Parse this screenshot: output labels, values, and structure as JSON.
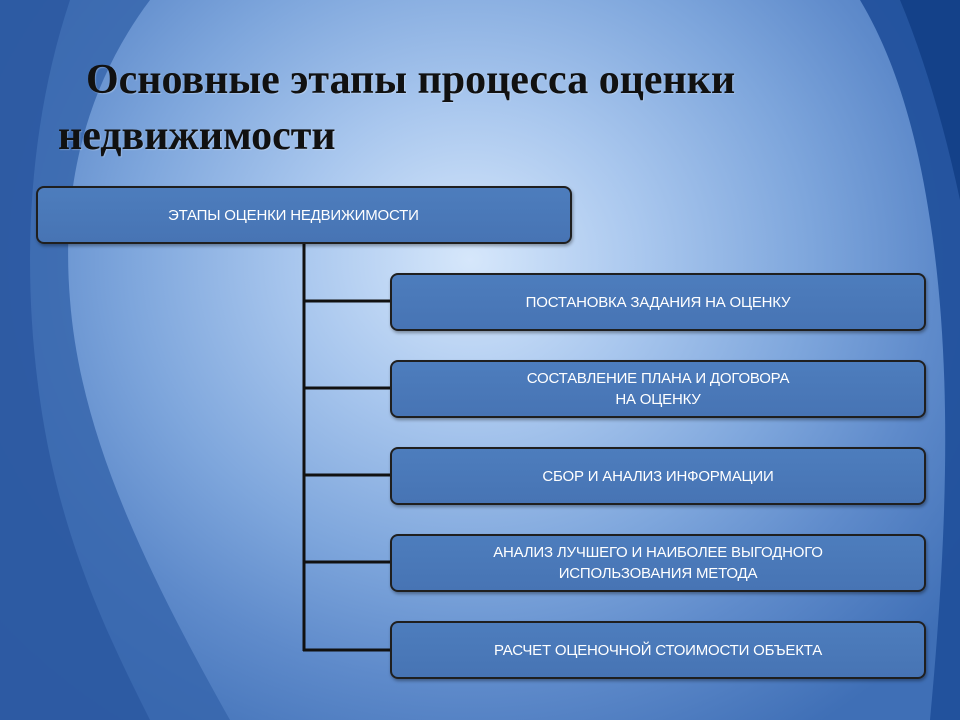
{
  "title": "Основные этапы процесса оценки недвижимости",
  "diagram": {
    "root": "ЭТАПЫ ОЦЕНКИ НЕДВИЖИМОСТИ",
    "stages": [
      "ПОСТАНОВКА ЗАДАНИЯ НА ОЦЕНКУ",
      "СОСТАВЛЕНИЕ ПЛАНА И ДОГОВОРА\nНА ОЦЕНКУ",
      "СБОР И АНАЛИЗ ИНФОРМАЦИИ",
      "АНАЛИЗ ЛУЧШЕГО И НАИБОЛЕЕ ВЫГОДНОГО\nИСПОЛЬЗОВАНИЯ МЕТОДА",
      "РАСЧЕТ ОЦЕНОЧНОЙ СТОИМОСТИ ОБЪЕКТА"
    ]
  },
  "colors": {
    "box_fill": "#4a78b8",
    "box_border": "#1f1f1f",
    "box_text": "#ffffff",
    "connector": "#111111",
    "title_text": "#111111"
  }
}
